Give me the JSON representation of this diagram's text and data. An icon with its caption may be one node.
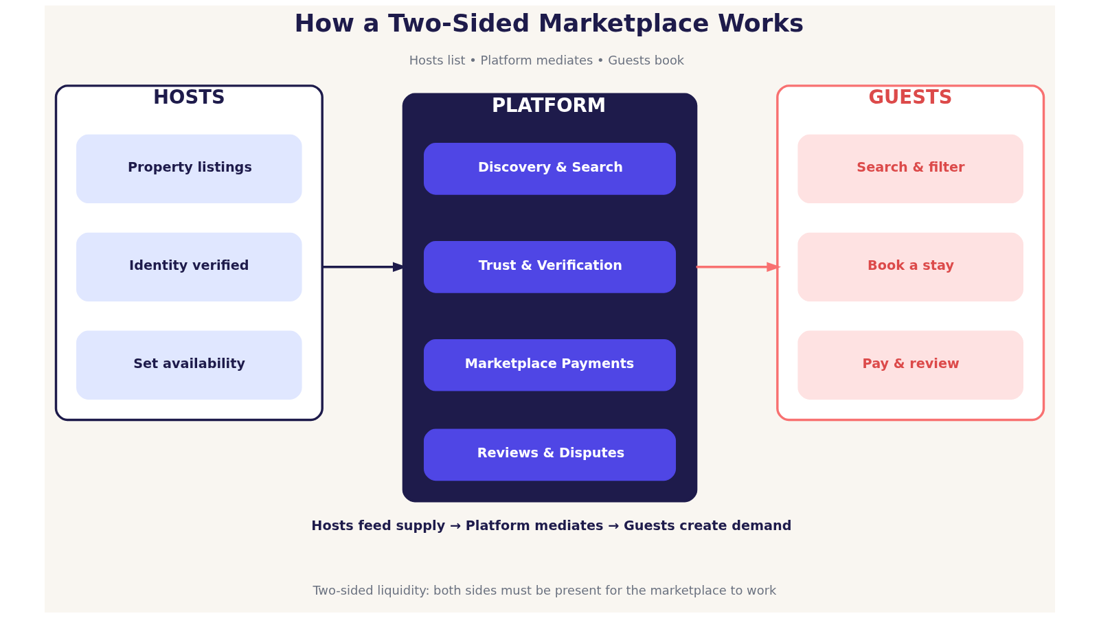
{
  "diagram": {
    "title": "How a Two-Sided Marketplace Works",
    "nodes": [
      {
        "text": [
          "HOSTS"
        ]
      },
      {
        "text": [
          "Property listings"
        ],
        "in": 0
      },
      {
        "text": [
          "Identity verified"
        ],
        "in": 0
      },
      {
        "text": [
          "Set availability"
        ],
        "in": 0
      },
      {
        "text": [
          "PLATFORM"
        ]
      },
      {
        "text": [
          "Discovery & Search"
        ],
        "in": 4
      },
      {
        "text": [
          "Trust & Verification"
        ],
        "in": 4
      },
      {
        "text": [
          "Marketplace Payments"
        ],
        "in": 4
      },
      {
        "text": [
          "Reviews & Disputes"
        ],
        "in": 4
      },
      {
        "text": [
          "GUESTS"
        ]
      },
      {
        "text": [
          "Search & filter"
        ],
        "in": 9
      },
      {
        "text": [
          "Book a stay"
        ],
        "in": 9
      },
      {
        "text": [
          "Pay & review"
        ],
        "in": 9
      }
    ],
    "edges": [
      {
        "from": 0,
        "to": 4,
        "arrow": "to",
        "color": "#1e1b4b"
      },
      {
        "from": 4,
        "to": 9,
        "arrow": "to",
        "color": "#f87171"
      }
    ],
    "labels": [
      "Hosts list • Platform mediates • Guests book",
      "Hosts feed supply → Platform mediates → Guests create demand",
      "Two-sided liquidity: both sides must be present for the marketplace to work"
    ]
  }
}
